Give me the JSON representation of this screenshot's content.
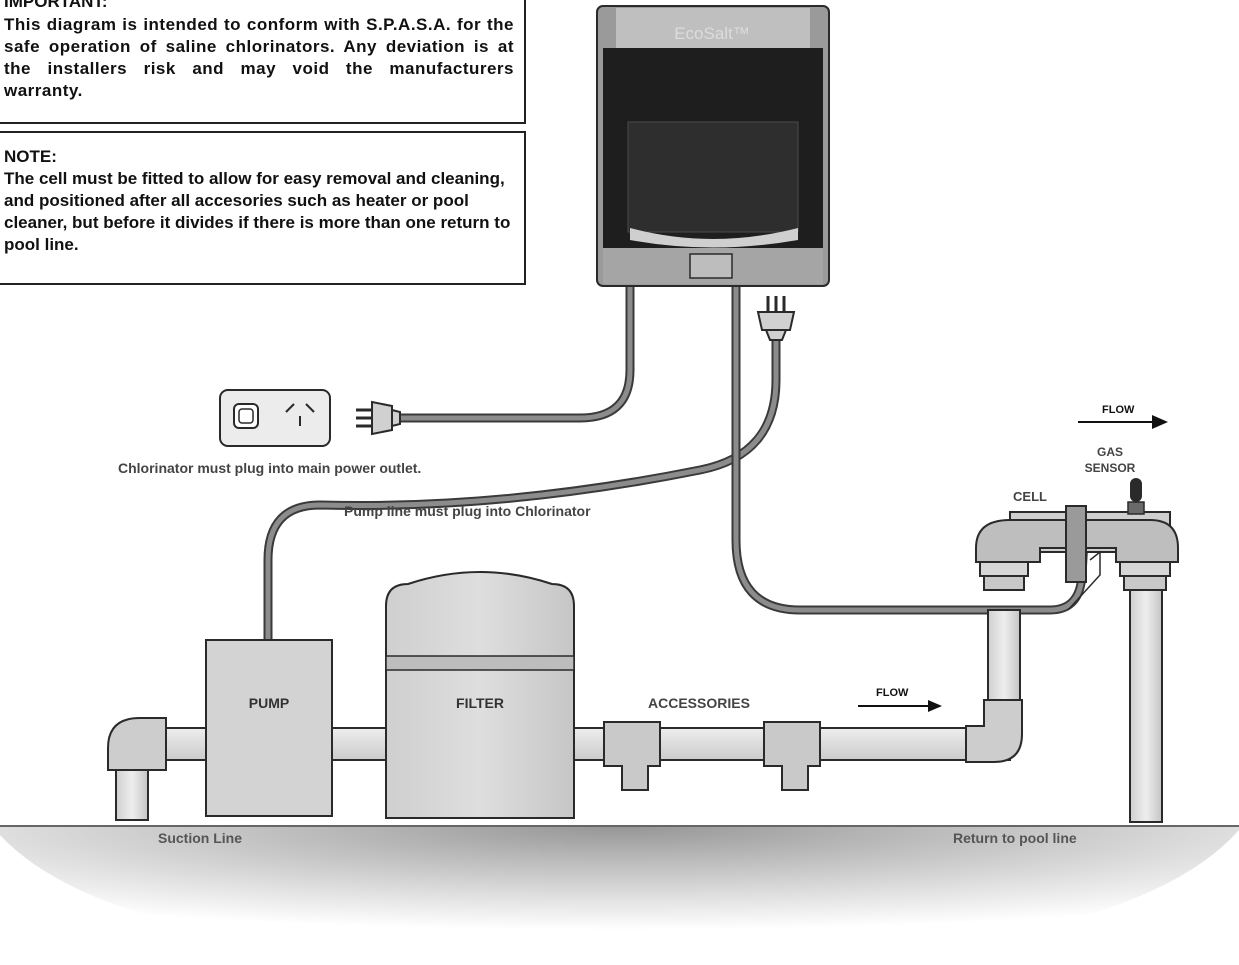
{
  "important_box": {
    "heading": "IMPORTANT:",
    "text": "This diagram is intended to conform with S.P.A.S.A. for the safe operation of saline chlorinators. Any deviation is at the installers risk and may void the manufacturers warranty."
  },
  "note_box": {
    "heading": "NOTE:",
    "text": "The cell must be fitted to allow for easy removal and cleaning, and positioned after all accesories such as heater or pool cleaner, but before it divides if there is more than one return to pool line."
  },
  "device": {
    "brand": "EcoSalt™"
  },
  "labels": {
    "outlet_caption": "Chlorinator must plug into main power outlet.",
    "pump_line_caption": "Pump line must plug into Chlorinator",
    "pump": "PUMP",
    "filter": "FILTER",
    "accessories": "ACCESSORIES",
    "flow_lower": "FLOW",
    "flow_upper": "FLOW",
    "gas_sensor_line1": "GAS",
    "gas_sensor_line2": "SENSOR",
    "cell": "CELL",
    "suction_line": "Suction Line",
    "return_line": "Return to pool line"
  },
  "colors": {
    "outline": "#2a2a2a",
    "device_body": "#2b2b2b",
    "device_frame": "#9a9a9a",
    "pipe_fill": "#dcdcdc",
    "cable": "#7a7a7a",
    "ground_shade": "#d9d9d9"
  }
}
